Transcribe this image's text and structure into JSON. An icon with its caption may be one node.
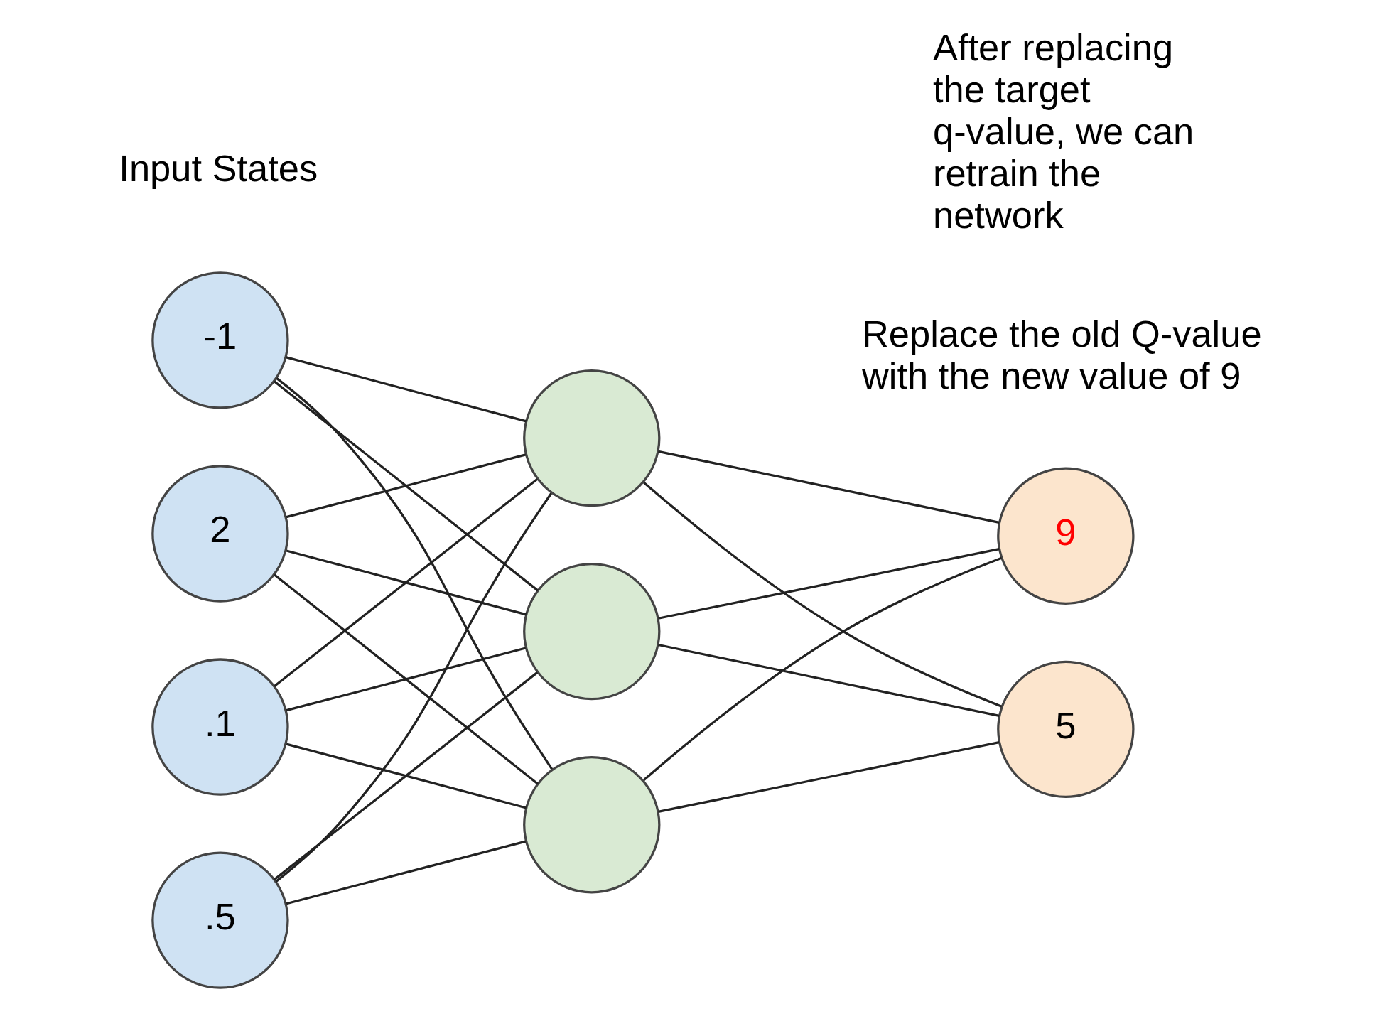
{
  "diagram": {
    "nodes": [
      {
        "text": [
          ".1"
        ]
      },
      {
        "text": [
          ".5"
        ]
      },
      {
        "text": [
          "-1"
        ]
      },
      {
        "text": [
          "2"
        ]
      },
      {
        "text": [],
        "shape": "circle"
      },
      {
        "text": [],
        "shape": "circle"
      },
      {
        "text": [],
        "shape": "circle"
      },
      {
        "text": [
          "9"
        ]
      },
      {
        "text": [
          "5"
        ]
      }
    ],
    "edges": [
      {
        "from": 0,
        "to": 4,
        "arrow": "none"
      },
      {
        "from": 0,
        "to": 5,
        "arrow": "none"
      },
      {
        "from": 0,
        "to": 6,
        "arrow": "none"
      },
      {
        "from": 1,
        "to": 4,
        "arrow": "none"
      },
      {
        "from": 1,
        "to": 5,
        "arrow": "none"
      },
      {
        "from": 1,
        "to": 6,
        "arrow": "none"
      },
      {
        "from": 2,
        "to": 4,
        "arrow": "none"
      },
      {
        "from": 2,
        "to": 5,
        "arrow": "none"
      },
      {
        "from": 2,
        "to": 6,
        "arrow": "none"
      },
      {
        "from": 3,
        "to": 4,
        "arrow": "none"
      },
      {
        "from": 3,
        "to": 5,
        "arrow": "none"
      },
      {
        "from": 3,
        "to": 6,
        "arrow": "none"
      },
      {
        "from": 4,
        "to": 7,
        "arrow": "none"
      },
      {
        "from": 4,
        "to": 8,
        "arrow": "none"
      },
      {
        "from": 5,
        "to": 7,
        "arrow": "none"
      },
      {
        "from": 5,
        "to": 8,
        "arrow": "none"
      },
      {
        "from": 6,
        "to": 7,
        "arrow": "none"
      },
      {
        "from": 6,
        "to": 8,
        "arrow": "none"
      }
    ],
    "labels": [
      "Input States",
      "Replace the old Q-value with the new value of 9",
      "After replacing the target q-value, we can retrain the network"
    ]
  }
}
